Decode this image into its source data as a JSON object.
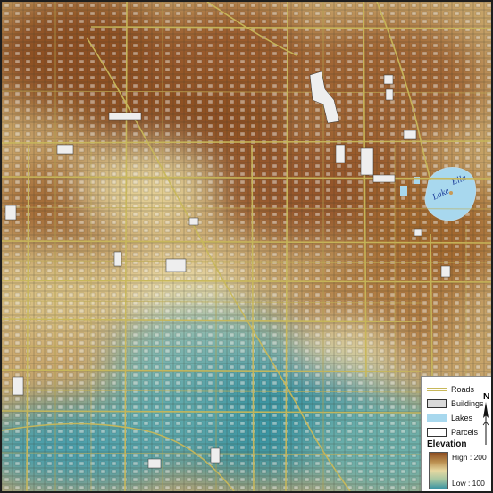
{
  "legend": {
    "items": [
      {
        "label": "Roads",
        "kind": "line",
        "color": "#c8b85a"
      },
      {
        "label": "Buildings",
        "kind": "fill",
        "color": "#d9d9d9",
        "border": "#333333"
      },
      {
        "label": "Lakes",
        "kind": "fill",
        "color": "#a8d8ee",
        "border": "#a8d8ee"
      },
      {
        "label": "Parcels",
        "kind": "fill",
        "color": "#ffffff",
        "border": "#333333"
      }
    ],
    "elevation_title": "Elevation",
    "high_label": "High : 200",
    "low_label": "Low : 100"
  },
  "north_arrow": {
    "letter": "N",
    "icon": "north-arrow-icon"
  },
  "lake": {
    "name": "Lake Ella",
    "color": "#a8d8ee"
  },
  "colors": {
    "high": "#8e4f22",
    "mid_high": "#b98d4e",
    "mid": "#e6d8a1",
    "mid_low": "#a7c7a2",
    "low": "#3b95a3",
    "road": "#c8b85a",
    "building": "#eeeeee"
  }
}
